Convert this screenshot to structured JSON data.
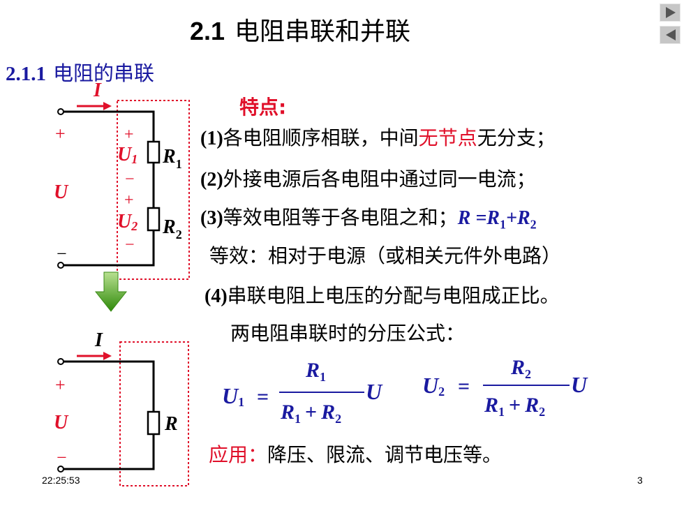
{
  "slide": {
    "title_num": "2.1",
    "title_text": "电阻串联和并联",
    "subtitle_num": "2.1.1",
    "subtitle_text": "电阻的串联",
    "feature_title": "特点:",
    "items": {
      "i1_num": "(1)",
      "i1_a": "各电阻顺序相联，中间",
      "i1_b": "无节点",
      "i1_c": "无分支；",
      "i2_num": "(2)",
      "i2": "外接电源后各电阻中通过同一电流；",
      "i3_num": "(3)",
      "i3": "等效电阻等于各电阻之和；",
      "i3_formula_R": "R =R",
      "i3_formula_sub1": "1",
      "i3_formula_plus": "+R",
      "i3_formula_sub2": "2",
      "equiv": "等效：相对于电源（或相关元件外电路）",
      "i4_num": "(4)",
      "i4": "串联电阻上电压的分配与电阻成正比。",
      "divider_title": "两电阻串联时的分压公式：",
      "app_label": "应用：",
      "app_text": "降压、限流、调节电压等。"
    },
    "formulas": {
      "u1_lhs": "U",
      "u1_sub": "1",
      "eq": "=",
      "num1": "R",
      "num1_sub": "1",
      "den_a": "R",
      "den_a_sub": "1",
      "plus": "+",
      "den_b": "R",
      "den_b_sub": "2",
      "mult": "U",
      "u2_sub": "2",
      "num2_sub": "2"
    },
    "circuit_top": {
      "current": "I",
      "plus": "+",
      "minus": "−",
      "source": "U",
      "u1": "U",
      "u1_sub": "1",
      "r1": "R",
      "r1_sub": "1",
      "u2": "U",
      "u2_sub": "2",
      "r2": "R",
      "r2_sub": "2"
    },
    "circuit_bottom": {
      "current": "I",
      "plus": "+",
      "minus": "−",
      "source": "U",
      "r": "R"
    },
    "footer": {
      "time": "22:25:53",
      "page": "3"
    },
    "nav": {
      "next_icon": "play-right-icon",
      "prev_icon": "play-left-icon"
    },
    "colors": {
      "accent_red": "#e0102a",
      "accent_blue": "#1a1aa0",
      "arrow_green": "#3a9a10"
    }
  }
}
